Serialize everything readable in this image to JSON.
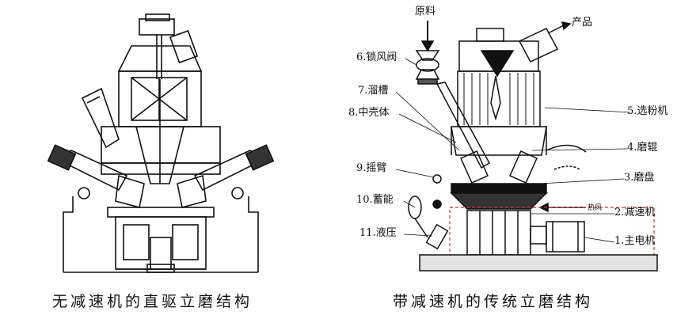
{
  "left": {
    "caption": "无减速机的直驱立磨结构"
  },
  "right": {
    "caption": "带减速机的传统立磨结构",
    "labels": {
      "raw": "原料",
      "product": "产品",
      "l1": "1.主电机",
      "l2": "2.减速机",
      "l3": "3.磨盘",
      "l4": "4.磨辊",
      "l5": "5.选粉机",
      "l6": "6.锁风阀",
      "l7": "7.溜槽",
      "l8": "8.中壳体",
      "l9": "9.摇臂",
      "l10": "10.蓄能",
      "l11": "11.液压",
      "wind": "热风"
    }
  }
}
